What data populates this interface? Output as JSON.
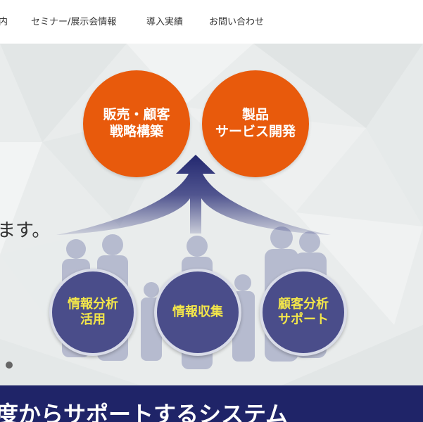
{
  "nav": {
    "items": [
      {
        "label": "内"
      },
      {
        "label": "セミナー/展示会情報"
      },
      {
        "label": "導入実績"
      },
      {
        "label": "お問い合わせ"
      }
    ]
  },
  "hero": {
    "tagline": "ます。",
    "top_circles": [
      {
        "line1": "販売・顧客",
        "line2": "戦略構築"
      },
      {
        "line1": "製品",
        "line2": "サービス開発"
      }
    ],
    "bottom_circles": [
      {
        "line1": "情報分析",
        "line2": "活用"
      },
      {
        "line1": "情報収集",
        "line2": ""
      },
      {
        "line1": "顧客分析",
        "line2": "サポート"
      }
    ]
  },
  "banner": {
    "text": "度からサポートするシステム"
  },
  "colors": {
    "orange": "#e85a0c",
    "navy_circle": "#4a4d8a",
    "circle_text": "#f3e64a",
    "banner": "#1f2468"
  }
}
